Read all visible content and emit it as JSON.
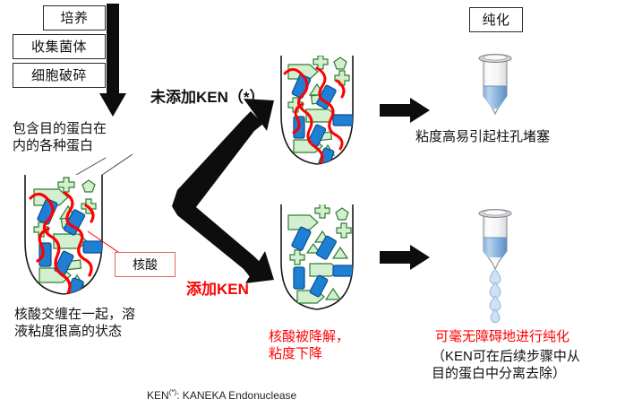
{
  "figure": {
    "title_footnote": "KEN(*) : KANEKA Endonuclease",
    "footnote_main": "KEN",
    "footnote_sup": "(*)",
    "footnote_rest": ": KANEKA Endonuclease"
  },
  "process_steps": [
    {
      "id": "step-culture",
      "label": "培养"
    },
    {
      "id": "step-harvest",
      "label": "收集菌体"
    },
    {
      "id": "step-disrupt",
      "label": "细胞破碎"
    }
  ],
  "labels": {
    "protein_callout": "包含目的蛋白在\n内的各种蛋白",
    "nucleic_acid_box": "核酸",
    "lysate_state": "核酸交缠在一起，溶\n液粘度很高的状态",
    "branch_without_ken": "未添加KEN（*）",
    "branch_with_ken": "添加KEN",
    "purification_box": "纯化",
    "result_clog": "粘度高易引起柱孔堵塞",
    "result_degraded": "核酸被降解，\n粘度下降",
    "result_smooth_red": "可毫无障碍地进行纯化",
    "result_smooth_note": "（KEN可在后续步骤中从\n目的蛋白中分离去除）"
  },
  "icons": {
    "down_arrow": "down-arrow-icon",
    "branch_arrow_up": "branch-arrow-up-icon",
    "branch_arrow_down": "branch-arrow-down-icon",
    "right_arrow_top": "right-arrow-icon",
    "right_arrow_bottom": "right-arrow-icon",
    "tube_lysate": "centrifuge-tube-icon",
    "tube_viscous": "centrifuge-tube-icon",
    "tube_clear": "centrifuge-tube-icon",
    "column_top": "chromatography-column-icon",
    "column_bottom": "chromatography-column-icon",
    "droplets": "liquid-droplet-icon"
  },
  "colors": {
    "nucleic_acid": "#ff0000",
    "protein_green": "#d4efd0",
    "protein_green_stroke": "#2e7d32",
    "protein_blue": "#1f7fd4",
    "protein_blue_stroke": "#0b4f8a",
    "resin_blue": "#5b9bd5",
    "droplet_blue": "#c5d9ef",
    "arrow_black": "#0d0d0d",
    "text_red": "#ff0000",
    "box_border": "#2b2b2b"
  },
  "counts": {
    "droplets": 4,
    "process_steps": 3
  }
}
